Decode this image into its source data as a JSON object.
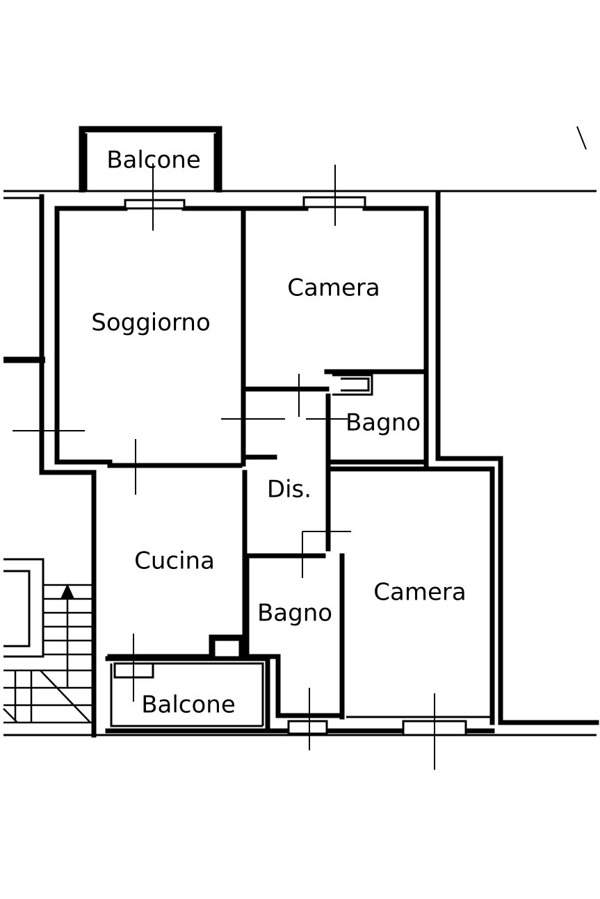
{
  "rooms": {
    "balcone_top": "Balcone",
    "soggiorno": "Soggiorno",
    "camera_top": "Camera",
    "bagno_small": "Bagno",
    "dis": "Dis.",
    "cucina": "Cucina",
    "bagno_mid": "Bagno",
    "camera_bottom": "Camera",
    "balcone_bottom": "Balcone"
  },
  "style": {
    "ink": "#000000",
    "paper": "#ffffff"
  }
}
